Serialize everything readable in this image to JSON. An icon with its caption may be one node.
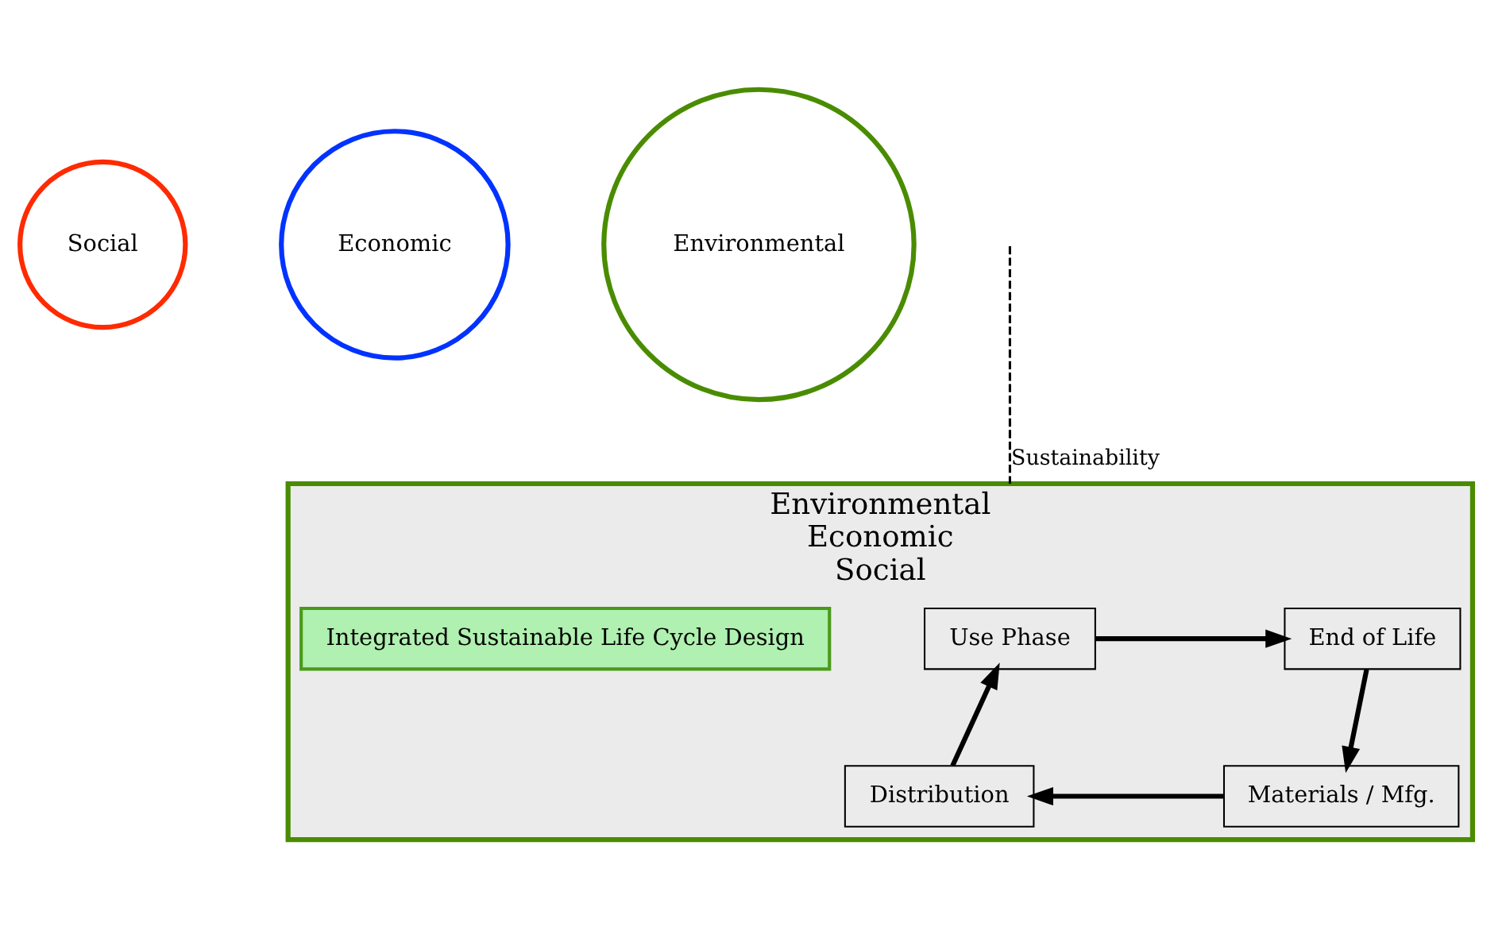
{
  "diagram": {
    "nodes": [
      {
        "text": [
          "Social"
        ]
      },
      {
        "text": [
          "Economic"
        ]
      },
      {
        "text": [
          "Environmental"
        ]
      },
      {
        "text": [
          "Environmental",
          "Economic",
          "Social"
        ]
      },
      {
        "text": [
          "Use Phase"
        ],
        "in": 3
      },
      {
        "text": [
          "End of Life"
        ],
        "in": 3
      },
      {
        "text": [
          "Materials / Mfg."
        ],
        "in": 3
      },
      {
        "text": [
          "Distribution"
        ],
        "in": 3
      },
      {
        "text": [
          "Integrated Sustainable Life Cycle Design"
        ],
        "in": 3
      }
    ],
    "edges": [
      {
        "from": null,
        "to": 3,
        "arrow": "none",
        "label": "Sustainability",
        "style": "dashed"
      },
      {
        "from": 4,
        "to": 5,
        "arrow": "to"
      },
      {
        "from": 5,
        "to": 6,
        "arrow": "to"
      },
      {
        "from": 6,
        "to": 7,
        "arrow": "to"
      },
      {
        "from": 7,
        "to": 4,
        "arrow": "to"
      }
    ]
  }
}
